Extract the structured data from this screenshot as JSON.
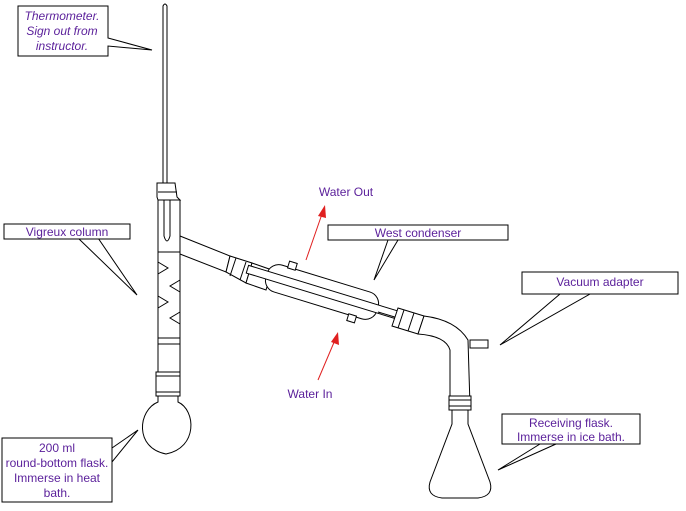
{
  "labels": {
    "thermometer": [
      "Thermometer.",
      "Sign out from",
      "instructor."
    ],
    "vigreux": "Vigreux column",
    "water_out": "Water Out",
    "west_condenser": "West condenser",
    "vacuum_adapter": "Vacuum adapter",
    "water_in": "Water In",
    "rb_flask": [
      "200 ml",
      "round-bottom flask.",
      "Immerse in heat",
      "bath."
    ],
    "receiving_flask": [
      "Receiving flask.",
      "Immerse in ice bath."
    ]
  },
  "colors": {
    "label_text": "#5a1f9a",
    "water_arrow": "#e02020",
    "outline": "#000000"
  }
}
